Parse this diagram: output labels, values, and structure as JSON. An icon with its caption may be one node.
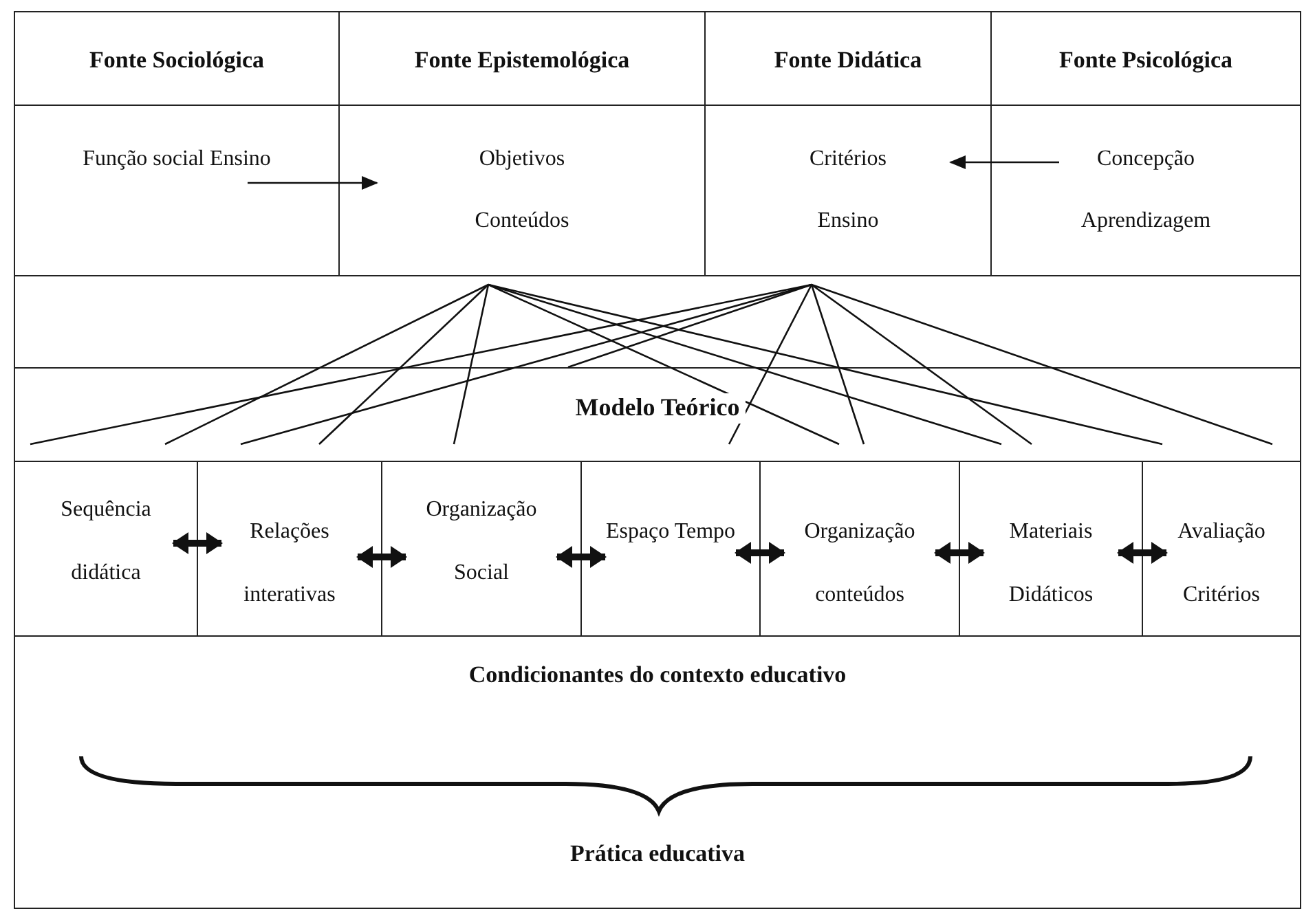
{
  "diagram": {
    "nodes": [
      {
        "text": [
          "Fonte Sociológica",
          "Função social Ensino"
        ]
      },
      {
        "text": [
          "Fonte Epistemológica",
          "Objetivos Conteúdos"
        ]
      },
      {
        "text": [
          "Fonte Didática",
          "Critérios Ensino"
        ]
      },
      {
        "text": [
          "Fonte Psicológica",
          "Concepção Aprendizagem"
        ]
      },
      {
        "text": [
          "Modelo Teórico"
        ]
      },
      {
        "text": [
          "Sequência didática"
        ]
      },
      {
        "text": [
          "Relações interativas"
        ]
      },
      {
        "text": [
          "Organização Social"
        ]
      },
      {
        "text": [
          "Espaço Tempo"
        ]
      },
      {
        "text": [
          "Organização conteúdos"
        ]
      },
      {
        "text": [
          "Materiais Didáticos"
        ]
      },
      {
        "text": [
          "Avaliação Critérios"
        ]
      },
      {
        "text": [
          "Condicionantes do contexto educativo",
          "Prática educativa"
        ]
      }
    ],
    "edges": [
      {
        "from": 0,
        "to": 1,
        "arrow": "to"
      },
      {
        "from": 3,
        "to": 2,
        "arrow": "to"
      },
      {
        "from": 1,
        "to": 4,
        "arrow": "none"
      },
      {
        "from": 1,
        "to": 4,
        "arrow": "none"
      },
      {
        "from": 1,
        "to": 4,
        "arrow": "none"
      },
      {
        "from": 1,
        "to": 4,
        "arrow": "none"
      },
      {
        "from": 1,
        "to": 4,
        "arrow": "none"
      },
      {
        "from": 1,
        "to": 4,
        "arrow": "none"
      },
      {
        "from": 2,
        "to": 4,
        "arrow": "none"
      },
      {
        "from": 2,
        "to": 4,
        "arrow": "none"
      },
      {
        "from": 2,
        "to": 4,
        "arrow": "none"
      },
      {
        "from": 2,
        "to": 4,
        "arrow": "none"
      },
      {
        "from": 2,
        "to": 4,
        "arrow": "none"
      },
      {
        "from": 2,
        "to": 4,
        "arrow": "none"
      },
      {
        "from": 2,
        "to": 4,
        "arrow": "none"
      },
      {
        "from": 5,
        "to": 6,
        "arrow": "both",
        "style": "thick"
      },
      {
        "from": 6,
        "to": 7,
        "arrow": "both",
        "style": "thick"
      },
      {
        "from": 7,
        "to": 8,
        "arrow": "both",
        "style": "thick"
      },
      {
        "from": 8,
        "to": 9,
        "arrow": "both",
        "style": "thick"
      },
      {
        "from": 9,
        "to": 10,
        "arrow": "both",
        "style": "thick"
      },
      {
        "from": 10,
        "to": 11,
        "arrow": "both",
        "style": "thick"
      }
    ]
  }
}
